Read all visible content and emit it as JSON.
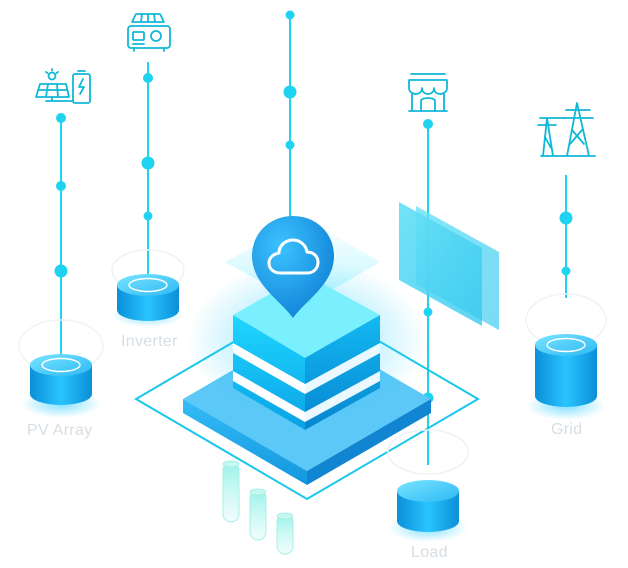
{
  "nodes": {
    "pv_array": {
      "label": "PV Array",
      "icon": "solar-panel-battery-icon"
    },
    "inverter": {
      "label": "Inverter",
      "icon": "inverter-icon"
    },
    "load": {
      "label": "Load",
      "icon": "storefront-icon"
    },
    "grid": {
      "label": "Grid",
      "icon": "transmission-tower-icon"
    },
    "cloud_hub": {
      "icon": "cloud-icon"
    }
  },
  "colors": {
    "primary": "#1ab8f0",
    "line": "#22d3ee",
    "cylinder_top": "#4ad0ff",
    "cylinder_body": "#0ea5e9",
    "panel": "#5fd8f5",
    "label": "#d7dde3",
    "background": "#ffffff"
  }
}
